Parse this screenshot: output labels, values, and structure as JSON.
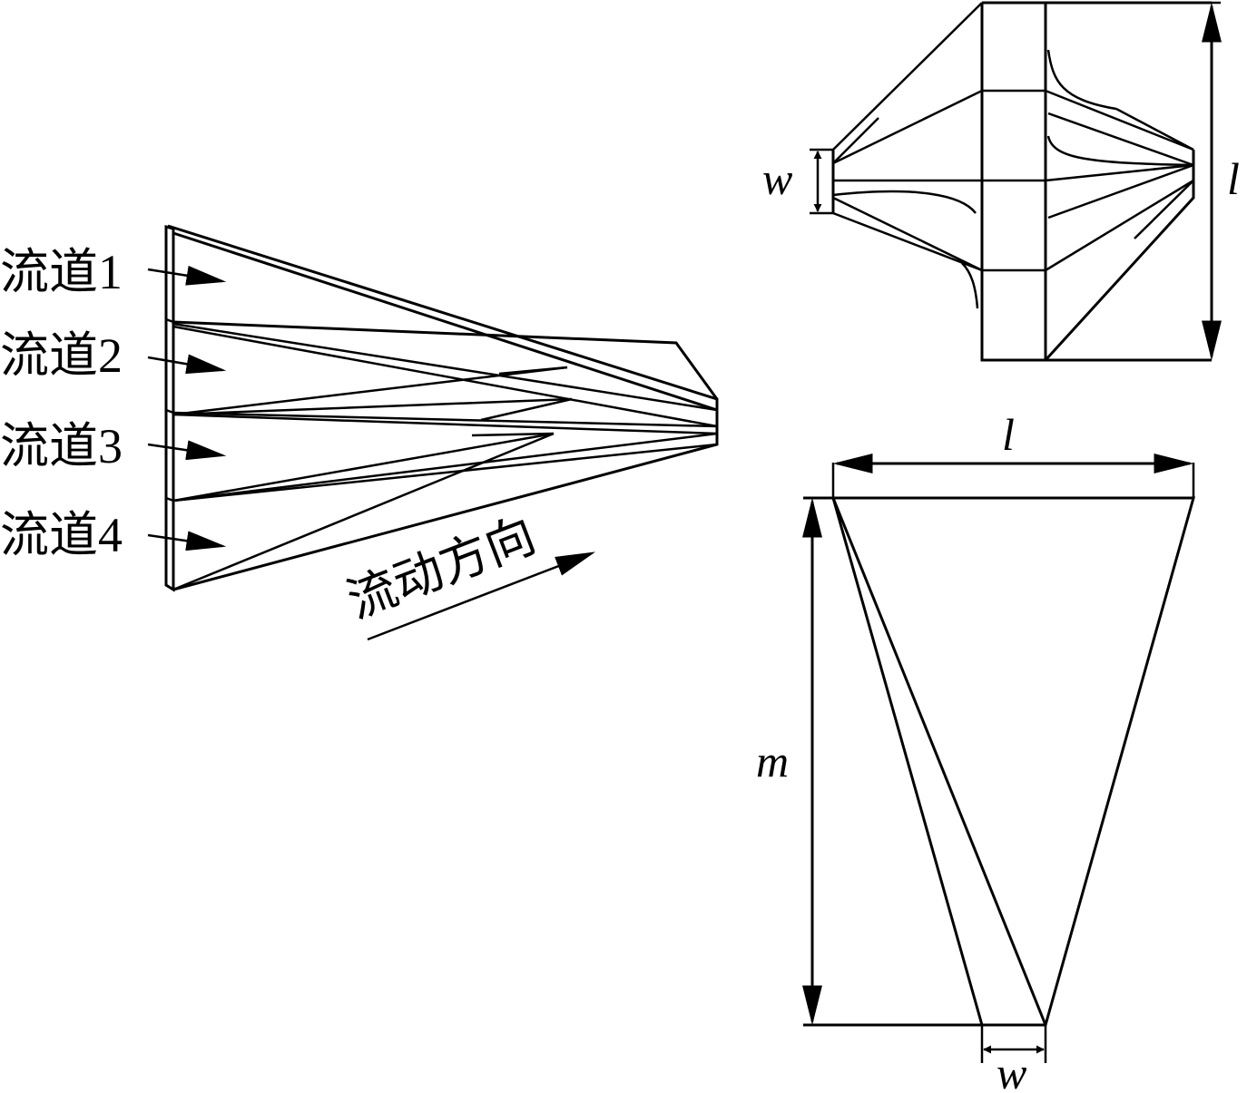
{
  "channels": [
    {
      "label": "流道1"
    },
    {
      "label": "流道2"
    },
    {
      "label": "流道3"
    },
    {
      "label": "流道4"
    }
  ],
  "flow_direction": {
    "label": "流动方向"
  },
  "top_view": {
    "width_symbol": "w",
    "length_symbol": "l"
  },
  "bottom_view": {
    "length_symbol": "l",
    "height_symbol": "m",
    "width_symbol": "w"
  },
  "colors": {
    "stroke": "#000000",
    "background": "#ffffff"
  }
}
